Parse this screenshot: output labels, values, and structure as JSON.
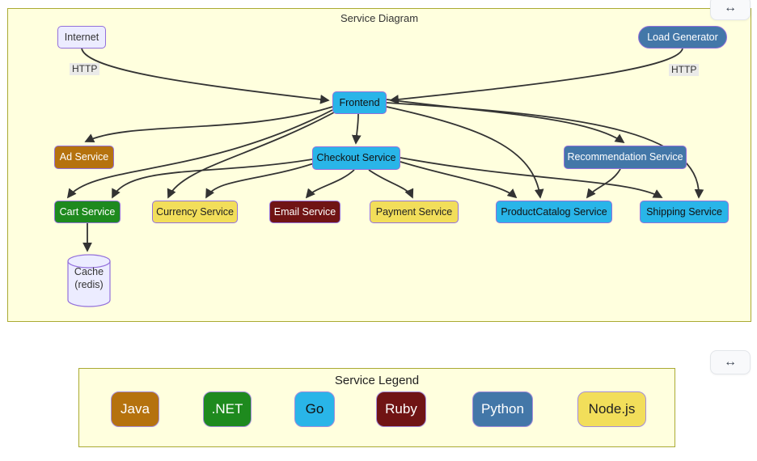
{
  "diagram": {
    "title": "Service Diagram",
    "expand_button": {
      "icon": "left-right-arrow-icon",
      "glyph": "↔"
    },
    "nodes": {
      "internet": {
        "label": "Internet",
        "fill": "#ececff",
        "text_color": "#333333"
      },
      "load_generator": {
        "label": "Load Generator",
        "fill": "#4377a8",
        "text_color": "#ffffff",
        "shape": "stadium"
      },
      "frontend": {
        "label": "Frontend",
        "fill": "#29b5e8",
        "text_color": "#111111"
      },
      "ad": {
        "label": "Ad Service",
        "fill": "#b5720e",
        "text_color": "#ffffff"
      },
      "checkout": {
        "label": "Checkout Service",
        "fill": "#29b5e8",
        "text_color": "#111111"
      },
      "recommendation": {
        "label": "Recommendation Service",
        "fill": "#4377a8",
        "text_color": "#ffffff"
      },
      "cart": {
        "label": "Cart Service",
        "fill": "#1e8a1e",
        "text_color": "#ffffff"
      },
      "currency": {
        "label": "Currency Service",
        "fill": "#f2de5a",
        "text_color": "#222222"
      },
      "email": {
        "label": "Email Service",
        "fill": "#701414",
        "text_color": "#ffffff"
      },
      "payment": {
        "label": "Payment Service",
        "fill": "#f2de5a",
        "text_color": "#222222"
      },
      "product_catalog": {
        "label": "ProductCatalog Service",
        "fill": "#29b5e8",
        "text_color": "#111111"
      },
      "shipping": {
        "label": "Shipping Service",
        "fill": "#29b5e8",
        "text_color": "#111111"
      },
      "cache": {
        "label": "Cache\n(redis)",
        "fill": "#ececff",
        "text_color": "#333333",
        "shape": "cylinder"
      }
    },
    "edge_labels": {
      "internet_http": "HTTP",
      "load_generator_http": "HTTP"
    },
    "edges": [
      {
        "from": "internet",
        "to": "frontend",
        "label": "HTTP"
      },
      {
        "from": "load_generator",
        "to": "frontend",
        "label": "HTTP"
      },
      {
        "from": "frontend",
        "to": "checkout"
      },
      {
        "from": "frontend",
        "to": "ad"
      },
      {
        "from": "frontend",
        "to": "cart"
      },
      {
        "from": "frontend",
        "to": "currency"
      },
      {
        "from": "frontend",
        "to": "recommendation"
      },
      {
        "from": "frontend",
        "to": "product_catalog"
      },
      {
        "from": "frontend",
        "to": "shipping"
      },
      {
        "from": "checkout",
        "to": "cart"
      },
      {
        "from": "checkout",
        "to": "currency"
      },
      {
        "from": "checkout",
        "to": "email"
      },
      {
        "from": "checkout",
        "to": "payment"
      },
      {
        "from": "checkout",
        "to": "product_catalog"
      },
      {
        "from": "checkout",
        "to": "shipping"
      },
      {
        "from": "recommendation",
        "to": "product_catalog"
      },
      {
        "from": "cart",
        "to": "cache"
      }
    ]
  },
  "legend": {
    "title": "Service Legend",
    "expand_button": {
      "icon": "left-right-arrow-icon",
      "glyph": "↔"
    },
    "items": [
      {
        "label": "Java",
        "color": "#b5720e",
        "text_color": "#ffffff"
      },
      {
        "label": ".NET",
        "color": "#1e8a1e",
        "text_color": "#ffffff"
      },
      {
        "label": "Go",
        "color": "#29b5e8",
        "text_color": "#111111"
      },
      {
        "label": "Ruby",
        "color": "#701414",
        "text_color": "#ffffff"
      },
      {
        "label": "Python",
        "color": "#4377a8",
        "text_color": "#ffffff"
      },
      {
        "label": "Node.js",
        "color": "#f2de5a",
        "text_color": "#222222"
      }
    ]
  },
  "colors": {
    "panel_background": "#ffffde",
    "panel_border": "#aaaa33",
    "node_border": "#9370db",
    "edge": "#333333",
    "edge_label_background": "#e8e8e8"
  }
}
